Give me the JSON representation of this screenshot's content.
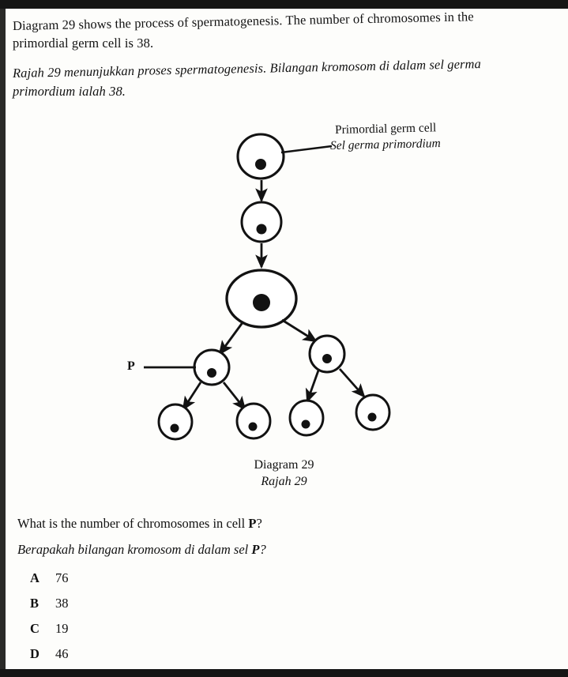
{
  "document": {
    "stem": {
      "english_line1": "Diagram 29 shows the process of spermatogenesis. The number of chromosomes in the",
      "english_line2": "primordial germ cell is 38.",
      "malay_line1": "Rajah 29 menunjukkan proses spermatogenesis. Bilangan kromosom di dalam sel germa",
      "malay_line2": "primordium ialah 38."
    },
    "diagram": {
      "callout_english": "Primordial germ cell",
      "callout_malay": "Sel germa primordium",
      "cell_label_p": "P",
      "caption_english": "Diagram 29",
      "caption_malay": "Rajah 29"
    },
    "question": {
      "english": "What is the number of chromosomes in cell P?",
      "english_prefix": "What is the number of chromosomes in cell ",
      "english_bold": "P",
      "english_suffix": "?",
      "malay": "Berapakah bilangan kromosom di dalam sel P?",
      "malay_prefix": "Berapakah bilangan kromosom di dalam sel ",
      "malay_bold": "P",
      "malay_suffix": "?"
    },
    "options": [
      {
        "letter": "A",
        "value": "76"
      },
      {
        "letter": "B",
        "value": "38"
      },
      {
        "letter": "C",
        "value": "19"
      },
      {
        "letter": "D",
        "value": "46"
      }
    ],
    "colors": {
      "ink": "#111111",
      "paper": "#fdfdfb",
      "scan_edge": "#151515"
    }
  }
}
